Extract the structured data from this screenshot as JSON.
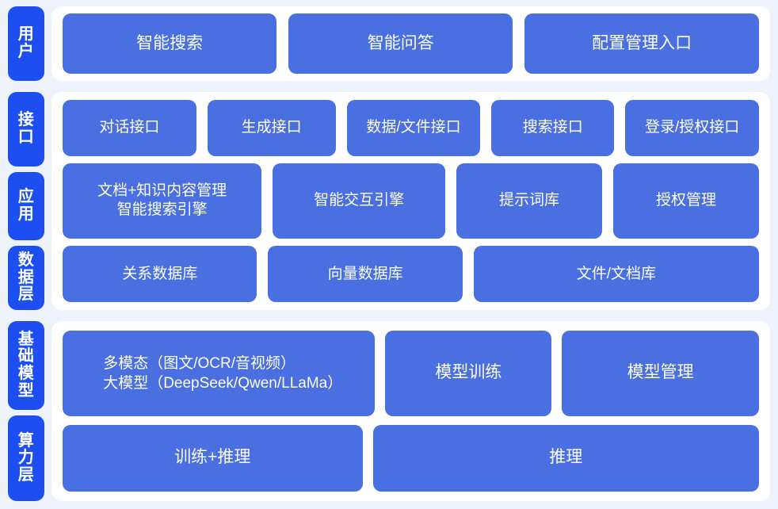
{
  "colors": {
    "page_background": "#eef3fb",
    "panel_background": "#ffffff",
    "chip_blue": "#1d4ff0",
    "card_blue": "#4a6fe0",
    "card_text": "#ffffff"
  },
  "bands": [
    {
      "id": "user",
      "chips": [
        {
          "label": "用户"
        }
      ],
      "rows": [
        {
          "cards": [
            {
              "label": "智能搜索"
            },
            {
              "label": "智能问答"
            },
            {
              "label": "配置管理入口"
            }
          ]
        }
      ]
    },
    {
      "id": "middle",
      "chips": [
        {
          "label": "接口"
        },
        {
          "label": "应用"
        },
        {
          "label": "数据层"
        }
      ],
      "rows": [
        {
          "cards": [
            {
              "label": "对话接口"
            },
            {
              "label": "生成接口"
            },
            {
              "label": "数据/文件接口"
            },
            {
              "label": "搜索接口"
            },
            {
              "label": "登录/授权接口"
            }
          ]
        },
        {
          "cards": [
            {
              "label": "文档+知识内容管理\n智能搜索引擎"
            },
            {
              "label": "智能交互引擎"
            },
            {
              "label": "提示词库"
            },
            {
              "label": "授权管理"
            }
          ]
        },
        {
          "cards": [
            {
              "label": "关系数据库"
            },
            {
              "label": "向量数据库"
            },
            {
              "label": "文件/文档库"
            }
          ]
        }
      ]
    },
    {
      "id": "infra",
      "chips": [
        {
          "label": "基础模型"
        },
        {
          "label": "算力层"
        }
      ],
      "rows": [
        {
          "cards": [
            {
              "label": "多模态（图文/OCR/音视频）\n大模型（DeepSeek/Qwen/LLaMa）"
            },
            {
              "label": "模型训练"
            },
            {
              "label": "模型管理"
            }
          ]
        },
        {
          "cards": [
            {
              "label": "训练+推理"
            },
            {
              "label": "推理"
            }
          ]
        }
      ]
    }
  ]
}
